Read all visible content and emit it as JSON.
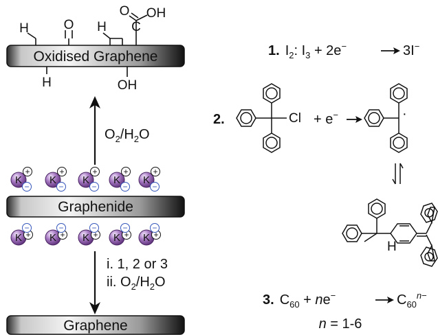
{
  "bars": {
    "top_label": "Oxidised Graphene",
    "middle_label": "Graphenide",
    "bottom_label": "Graphene"
  },
  "groups": {
    "H": "H",
    "O": "O",
    "OH": "OH",
    "C": "C"
  },
  "arrows": {
    "up_label": "O",
    "up_sub": "2",
    "up_rest": "/H",
    "up_sub2": "2",
    "up_end": "O",
    "down_line1": "i. 1, 2 or 3",
    "down_line2_prefix": "ii. O",
    "down_line2_sub": "2",
    "down_line2_mid": "/H",
    "down_line2_sub2": "2",
    "down_line2_end": "O"
  },
  "ions": {
    "cation": "K",
    "plus": "+",
    "minus": "−"
  },
  "reactions": {
    "r1_number": "1.",
    "r1_a": "I",
    "r1_a_sub": "2",
    "r1_b": ": I",
    "r1_b_sub": "3",
    "r1_c": " + 2e",
    "r1_c_sup": "−",
    "r1_d": "3I",
    "r1_d_sup": "−",
    "r2_number": "2.",
    "r2_cl": "Cl",
    "r2_plus": "+ e",
    "r2_sup": "−",
    "r2_radical": "·",
    "r2_h": "H",
    "r3_number": "3.",
    "r3_a": "C",
    "r3_a_sub": "60",
    "r3_b": " + ",
    "r3_n": "n",
    "r3_c": "e",
    "r3_c_sup": "−",
    "r3_d": "C",
    "r3_d_sub": "60",
    "r3_d_sup_n": "n",
    "r3_d_sup": "−",
    "n_label_n": "n",
    "n_label_rest": " = 1-6"
  },
  "colors": {
    "potassium": "#7e4a9e",
    "anion": "#3355bb",
    "bar_dark": "#1a1a1a",
    "bar_light": "#f2f2f2"
  }
}
